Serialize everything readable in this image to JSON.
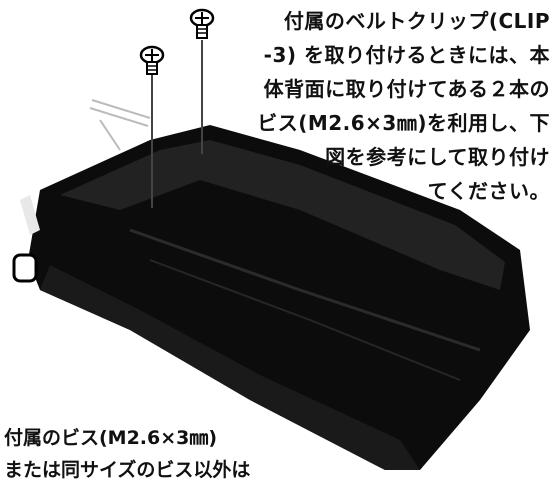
{
  "instruction": {
    "lines": [
      "付属のベルトクリップ(CLIP",
      "-3) を取り付けるときには、本",
      "体背面に取り付けてある２本の",
      "ビス(M2.6×3㎜)を利用し、下",
      "図を参考にして取り付け",
      "てください。"
    ]
  },
  "warning": {
    "lines": [
      "付属のビス(M2.6×3㎜)",
      "または同サイズのビス以外は"
    ]
  },
  "icons": {
    "screws": "screw-icon",
    "device": "radio-body-illustration"
  }
}
